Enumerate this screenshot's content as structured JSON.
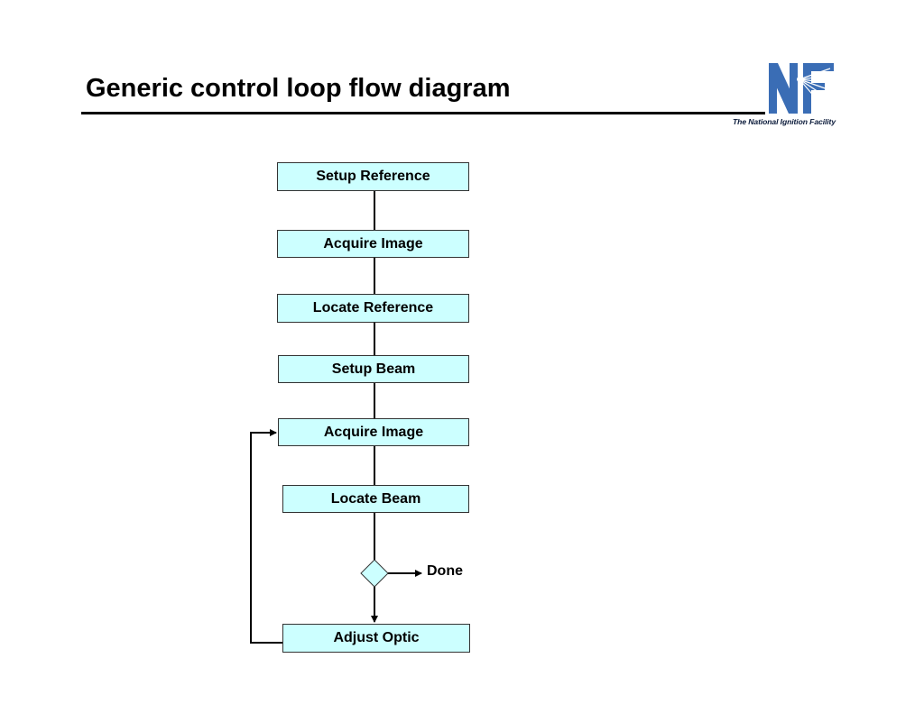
{
  "slide": {
    "title": "Generic control loop flow diagram"
  },
  "logo": {
    "letters": "NF",
    "tagline": "The National Ignition Facility",
    "color": "#3a6db5"
  },
  "flowchart": {
    "box_fill": "#ccffff",
    "steps": [
      "Setup Reference",
      "Acquire Image",
      "Locate Reference",
      "Setup Beam",
      "Acquire Image",
      "Locate Beam"
    ],
    "decision_exit_label": "Done",
    "loop_step": "Adjust Optic"
  }
}
